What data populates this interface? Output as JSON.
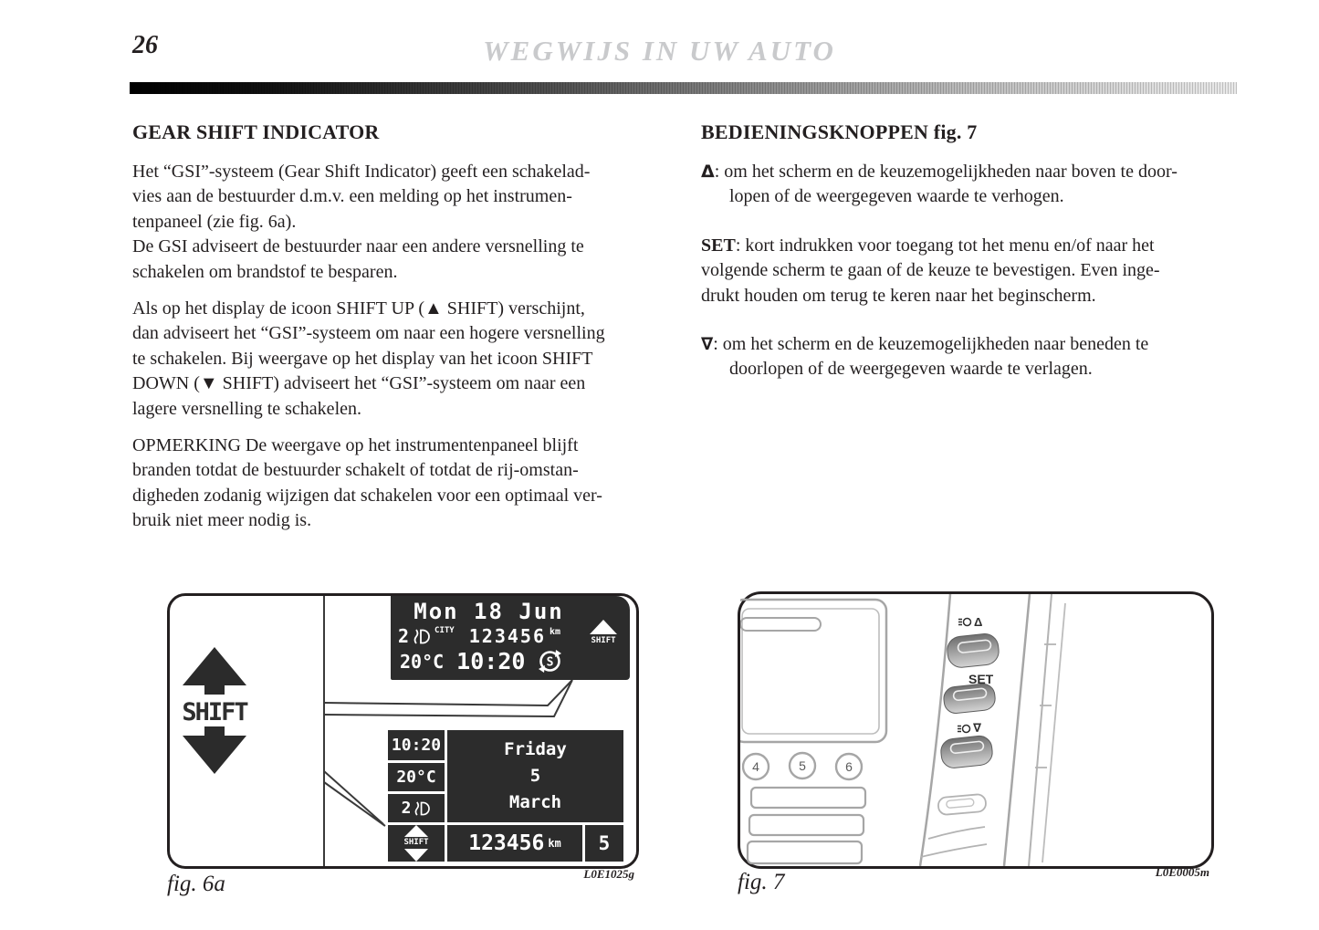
{
  "header": {
    "page_number": "26",
    "title": "WEGWIJS IN UW AUTO"
  },
  "left": {
    "heading": "GEAR SHIFT INDICATOR",
    "para1": "Het “GSI”-systeem (Gear Shift Indicator) geeft een schakelad-\nvies aan de bestuurder d.m.v. een melding op het instrumen-\ntenpaneel (zie fig. 6a).\nDe GSI adviseert de bestuurder naar een andere versnelling te\nschakelen om brandstof te besparen.",
    "para2": "Als op het display de icoon SHIFT UP (▲ SHIFT) verschijnt,\ndan adviseert het “GSI”-systeem om naar een hogere versnelling\nte schakelen. Bij weergave op het display van het icoon SHIFT\nDOWN (▼ SHIFT) adviseert het “GSI”-systeem om naar een\nlagere versnelling te schakelen.",
    "para3": "OPMERKING De weergave op het instrumentenpaneel blijft\nbranden totdat de bestuurder schakelt of totdat de rij-omstan-\ndigheden zodanig wijzigen dat schakelen voor een optimaal ver-\nbruik niet meer nodig is."
  },
  "right": {
    "heading": "BEDIENINGSKNOPPEN fig. 7",
    "items": [
      {
        "symbol": "Δ",
        "text": ": om het scherm en de keuzemogelijkheden naar boven te door-\nlopen of de weergegeven waarde te verhogen."
      },
      {
        "symbol": "SET",
        "text": ": kort indrukken voor toegang tot het menu en/of naar het\nvolgende scherm te gaan of de keuze te bevestigen. Even inge-\ndrukt houden om terug te keren naar het beginscherm."
      },
      {
        "symbol": "∇",
        "text": ": om het scherm en de keuzemogelijkheden naar beneden te\ndoorlopen of de weergegeven waarde te verlagen."
      }
    ]
  },
  "fig6a": {
    "caption": "fig. 6a",
    "code": "L0E1025g",
    "shift_word": "SHIFT",
    "top": {
      "date": "Mon 18 Jun",
      "gear": "2",
      "mode": "CITY",
      "odo": "123456",
      "odo_unit": "km",
      "temp": "20°C",
      "time": "10:20",
      "s_badge": "S",
      "shift_small": "SHIFT"
    },
    "bottom": {
      "time": "10:20",
      "temp": "20°C",
      "gear": "2",
      "shift_small": "SHIFT",
      "day": "Friday",
      "date_num": "5",
      "month": "March",
      "odo": "123456",
      "odo_unit": "km",
      "gear_pos": "5"
    }
  },
  "fig7": {
    "caption": "fig. 7",
    "code": "L0E0005m",
    "label_up": "Δ",
    "label_set": "SET",
    "label_down": "∇",
    "knobs": [
      "4",
      "5",
      "6"
    ]
  },
  "colors": {
    "text": "#231f20",
    "header_title_gray": "#c9cacc",
    "lcd_background": "#2c2c2c",
    "line_art_gray": "#a6a6a6"
  }
}
